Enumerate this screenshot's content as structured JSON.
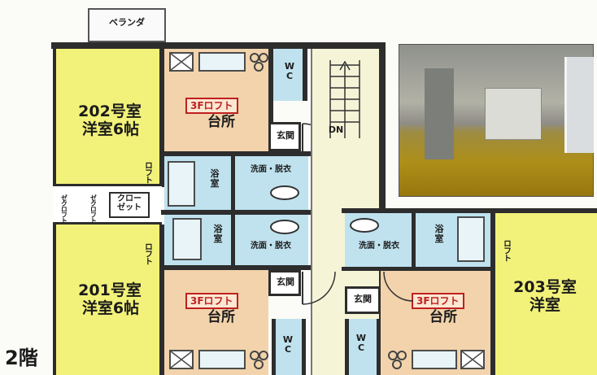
{
  "floor_label": "2階",
  "rooms": {
    "room202": {
      "name": "202号室",
      "type": "洋室6帖"
    },
    "room201": {
      "name": "201号室",
      "type": "洋室6帖"
    },
    "room203": {
      "name": "203号室",
      "type": "洋室"
    }
  },
  "labels": {
    "veranda": "ベランダ",
    "kitchen": "台所",
    "loft_3f": "3Fロフト",
    "wc": "W\nC",
    "entrance": "玄関",
    "bath": "浴\n室",
    "washroom": "洗面・脱衣",
    "washroom_alt": "洗面・脱衣",
    "closet": "クロー\nゼット",
    "stairs_dn": "DN",
    "loft_vertical": "ロフト",
    "ladder_vertical": "ゼクロフト"
  },
  "colors": {
    "wall": "#2d2d2d",
    "western_room": "#f2f27a",
    "kitchen": "#f2d3ab",
    "wet_area": "#bfe2ee",
    "corridor": "#f6f4d7",
    "loft_outline": "#c02020"
  },
  "icons": {
    "stove": "burner-icon",
    "sink": "sink-icon",
    "toilet": "toilet-icon",
    "bathtub": "bathtub-icon",
    "door": "door-swing-icon",
    "photo": "interior-photo"
  }
}
